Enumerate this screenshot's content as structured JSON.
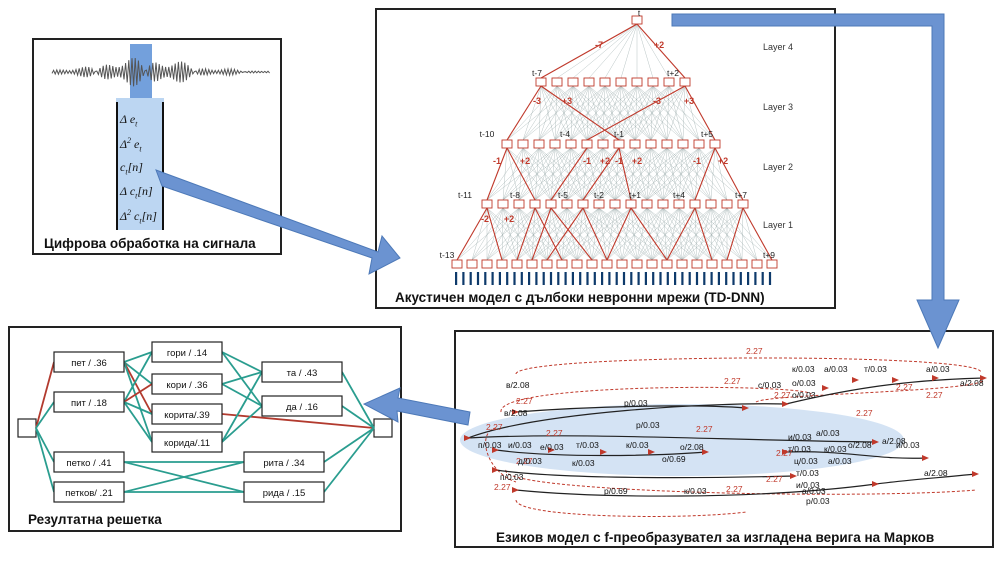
{
  "panels": {
    "signal": {
      "title": "Цифрова обработка на сигнала",
      "features": [
        "Δ e_t",
        "Δ² e_t",
        "c_t[n]",
        "Δ c_t[n]",
        "Δ² c_t[n]"
      ]
    },
    "acoustic": {
      "title": "Акустичен модел с дълбоки невронни мрежи (TD-DNN)",
      "layers": [
        "Layer 4",
        "Layer 3",
        "Layer 2",
        "Layer 1"
      ],
      "time_labels": [
        "t",
        "t-7",
        "t+2",
        "t-10",
        "t-4",
        "t-1",
        "t+5",
        "t-11",
        "t-8",
        "t-5",
        "t-2",
        "t+1",
        "t+4",
        "t+7",
        "t-13",
        "t+9"
      ],
      "offsets": [
        "-7",
        "+2",
        "-3",
        "+3",
        "-3",
        "+3",
        "-1",
        "+2",
        "-1",
        "+2",
        "-1",
        "+2",
        "-1",
        "+2",
        "-2",
        "+2"
      ]
    },
    "language": {
      "title": "Езиков модел с f-преобразувател за изгладена верига на Марков",
      "weights": [
        "2.27",
        "2.27",
        "2.27",
        "2.27",
        "2.27",
        "2.27",
        "2.27",
        "2.27",
        "2.27",
        "2.27",
        "2.27",
        "2.27",
        "2.27",
        "2.27",
        "2.27"
      ],
      "arcs": [
        "к/0.03",
        "а/0.03",
        "т/0.03",
        "а/0.03",
        "а/2.08",
        "с/0.03",
        "о/0.03",
        "о/0.03",
        "р/0.03",
        "в/2.08",
        "р/0.03",
        "п/0.03",
        "и/0.03",
        "е/0.03",
        "т/0.03",
        "к/0.03",
        "о/2.08",
        "и/0.03",
        "т/0.03",
        "а/0.03",
        "к/0.03",
        "о/0.69",
        "о/2.08",
        "и/0.03",
        "ц/0.03",
        "т/0.03",
        "а/2.08",
        "р/0.69",
        "к/0.03",
        "и/0.03",
        "а/2.08",
        "к/0.03",
        "д/0.03",
        "а/0.03",
        "п/0.03",
        "а/0.03",
        "р/0.03",
        "в/2.08"
      ]
    },
    "lattice": {
      "title": "Резултатна решетка",
      "nodes": [
        "пет / .36",
        "пит / .18",
        "петко / .41",
        "петков/ .21",
        "гори / .14",
        "кори / .36",
        "корита/.39",
        "корида/.11",
        "та / .43",
        "да / .16",
        "рита / .34",
        "рида / .15"
      ]
    }
  }
}
